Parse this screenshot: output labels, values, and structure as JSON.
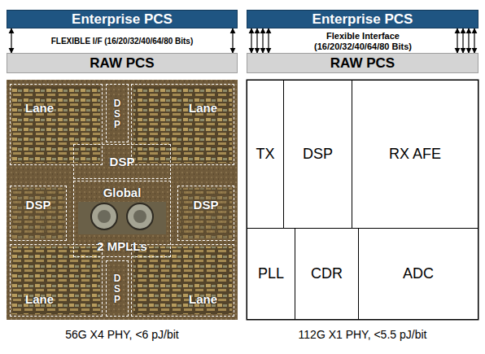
{
  "diagram": {
    "nodes": [
      {
        "text": [
          "Enterprise PCS"
        ]
      },
      {
        "text": [
          "RAW PCS"
        ]
      },
      {
        "text": [
          "Lane"
        ]
      },
      {
        "text": [
          "DSP"
        ]
      },
      {
        "text": [
          "Lane"
        ]
      },
      {
        "text": [
          "DSP"
        ]
      },
      {
        "text": [
          "DSP"
        ]
      },
      {
        "text": [
          "Global",
          "2 MPLLs"
        ]
      },
      {
        "text": [
          "DSP"
        ]
      },
      {
        "text": [
          "Lane"
        ]
      },
      {
        "text": [
          "DSP"
        ]
      },
      {
        "text": [
          "Lane"
        ]
      },
      {
        "text": [
          "Enterprise PCS"
        ]
      },
      {
        "text": [
          "RAW PCS"
        ]
      },
      {
        "text": [
          "TX"
        ]
      },
      {
        "text": [
          "DSP"
        ]
      },
      {
        "text": [
          "RX AFE"
        ]
      },
      {
        "text": [
          "PLL"
        ]
      },
      {
        "text": [
          "CDR"
        ]
      },
      {
        "text": [
          "ADC"
        ]
      }
    ],
    "edges": [
      {
        "from": 0,
        "to": 1,
        "arrow": "both"
      },
      {
        "from": 0,
        "to": 1,
        "arrow": "both"
      },
      {
        "from": 12,
        "to": 13,
        "arrow": "both"
      },
      {
        "from": 12,
        "to": 13,
        "arrow": "both"
      },
      {
        "from": 12,
        "to": 13,
        "arrow": "both"
      },
      {
        "from": 12,
        "to": 13,
        "arrow": "both"
      },
      {
        "from": 12,
        "to": 13,
        "arrow": "both"
      },
      {
        "from": 12,
        "to": 13,
        "arrow": "both"
      },
      {
        "from": 12,
        "to": 13,
        "arrow": "both"
      },
      {
        "from": 12,
        "to": 13,
        "arrow": "both"
      }
    ],
    "labels": [
      "FLEXIBLE I/F (16/20/32/40/64/80 Bits)",
      "Flexible Interface (16/20/32/40/64/80 Bits)",
      "56G X4 PHY, <6 pJ/bit",
      "112G X1 PHY, <5.5 pJ/bit"
    ]
  }
}
